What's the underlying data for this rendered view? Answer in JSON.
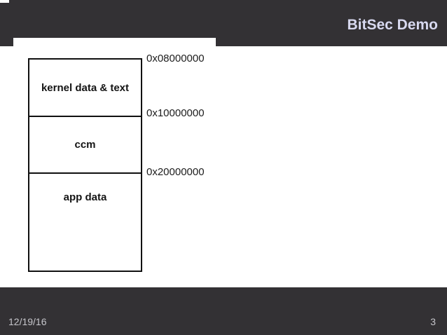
{
  "slide": {
    "title": "BitSec Demo",
    "footer": {
      "date": "12/19/16",
      "page": "3"
    }
  },
  "colors": {
    "band_charcoal": "#333134",
    "title_text": "#d8d9f0",
    "footer_text": "#c6c6cb",
    "box_border": "#101010",
    "body_text": "#141414",
    "background": "#ffffff"
  },
  "diagram": {
    "type": "memory-map",
    "sections": [
      {
        "label": "kernel data & text",
        "start_address": "0x08000000"
      },
      {
        "label": "ccm",
        "start_address": "0x10000000"
      },
      {
        "label": "app data",
        "start_address": "0x20000000"
      }
    ]
  }
}
